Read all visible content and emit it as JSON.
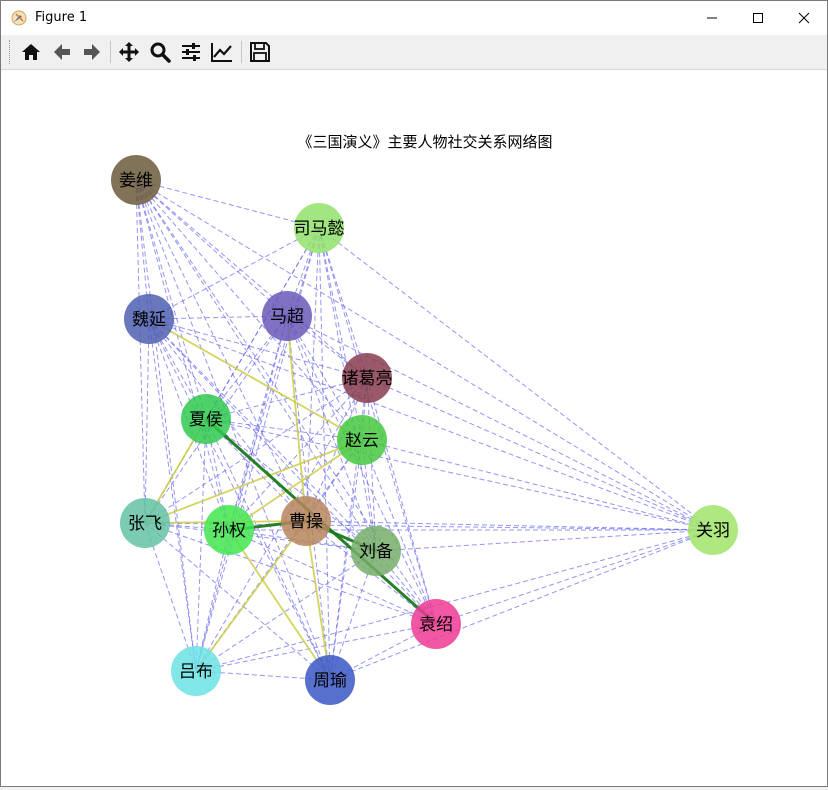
{
  "window": {
    "title": "Figure 1",
    "controls": {
      "minimize": "minimize",
      "maximize": "maximize",
      "close": "close"
    }
  },
  "toolbar": {
    "buttons": [
      {
        "name": "home-button",
        "icon": "home-icon"
      },
      {
        "name": "back-button",
        "icon": "arrow-left-icon"
      },
      {
        "name": "forward-button",
        "icon": "arrow-right-icon"
      },
      {
        "name": "pan-button",
        "icon": "move-icon"
      },
      {
        "name": "zoom-button",
        "icon": "magnifier-icon"
      },
      {
        "name": "subplots-button",
        "icon": "sliders-icon"
      },
      {
        "name": "edit-axes-button",
        "icon": "line-chart-icon"
      },
      {
        "name": "save-button",
        "icon": "floppy-disk-icon"
      }
    ]
  },
  "figure": {
    "title": "《三国演义》主要人物社交关系网络图"
  },
  "graph": {
    "nodes": [
      {
        "id": "jiangwei",
        "label": "姜维",
        "color": "#6b5a39"
      },
      {
        "id": "simayi",
        "label": "司马懿",
        "color": "#90e26a"
      },
      {
        "id": "weiyan",
        "label": "魏延",
        "color": "#4f5fb0"
      },
      {
        "id": "machao",
        "label": "马超",
        "color": "#6a58b8"
      },
      {
        "id": "zhugeliang",
        "label": "诸葛亮",
        "color": "#873c4d"
      },
      {
        "id": "xiahou",
        "label": "夏侯",
        "color": "#2fc94e"
      },
      {
        "id": "zhaoyun",
        "label": "赵云",
        "color": "#45c940"
      },
      {
        "id": "zhangfei",
        "label": "张飞",
        "color": "#63c2a4"
      },
      {
        "id": "sunquan",
        "label": "孙权",
        "color": "#42e54f"
      },
      {
        "id": "caocao",
        "label": "曹操",
        "color": "#b6855d"
      },
      {
        "id": "liubei",
        "label": "刘备",
        "color": "#76ae6a"
      },
      {
        "id": "guanyu",
        "label": "关羽",
        "color": "#a2e46a"
      },
      {
        "id": "yuanshao",
        "label": "袁绍",
        "color": "#ee3a92"
      },
      {
        "id": "lvbu",
        "label": "吕布",
        "color": "#6be2e4"
      },
      {
        "id": "zhouyu",
        "label": "周瑜",
        "color": "#3b57c4"
      }
    ],
    "strong_edges": [
      [
        "xiahou",
        "yuanshao"
      ],
      [
        "sunquan",
        "caocao"
      ],
      [
        "caocao",
        "liubei"
      ]
    ],
    "medium_edges": [
      [
        "weiyan",
        "zhaoyun"
      ],
      [
        "zhangfei",
        "zhaoyun"
      ],
      [
        "zhangfei",
        "caocao"
      ],
      [
        "sunquan",
        "zhouyu"
      ],
      [
        "caocao",
        "zhouyu"
      ],
      [
        "machao",
        "caocao"
      ],
      [
        "lvbu",
        "caocao"
      ],
      [
        "sunquan",
        "zhaoyun"
      ],
      [
        "xiahou",
        "zhangfei"
      ]
    ],
    "weak_edge_color": "#6666ee",
    "medium_edge_color": "#cccc44",
    "strong_edge_color": "#1a7a1a"
  }
}
